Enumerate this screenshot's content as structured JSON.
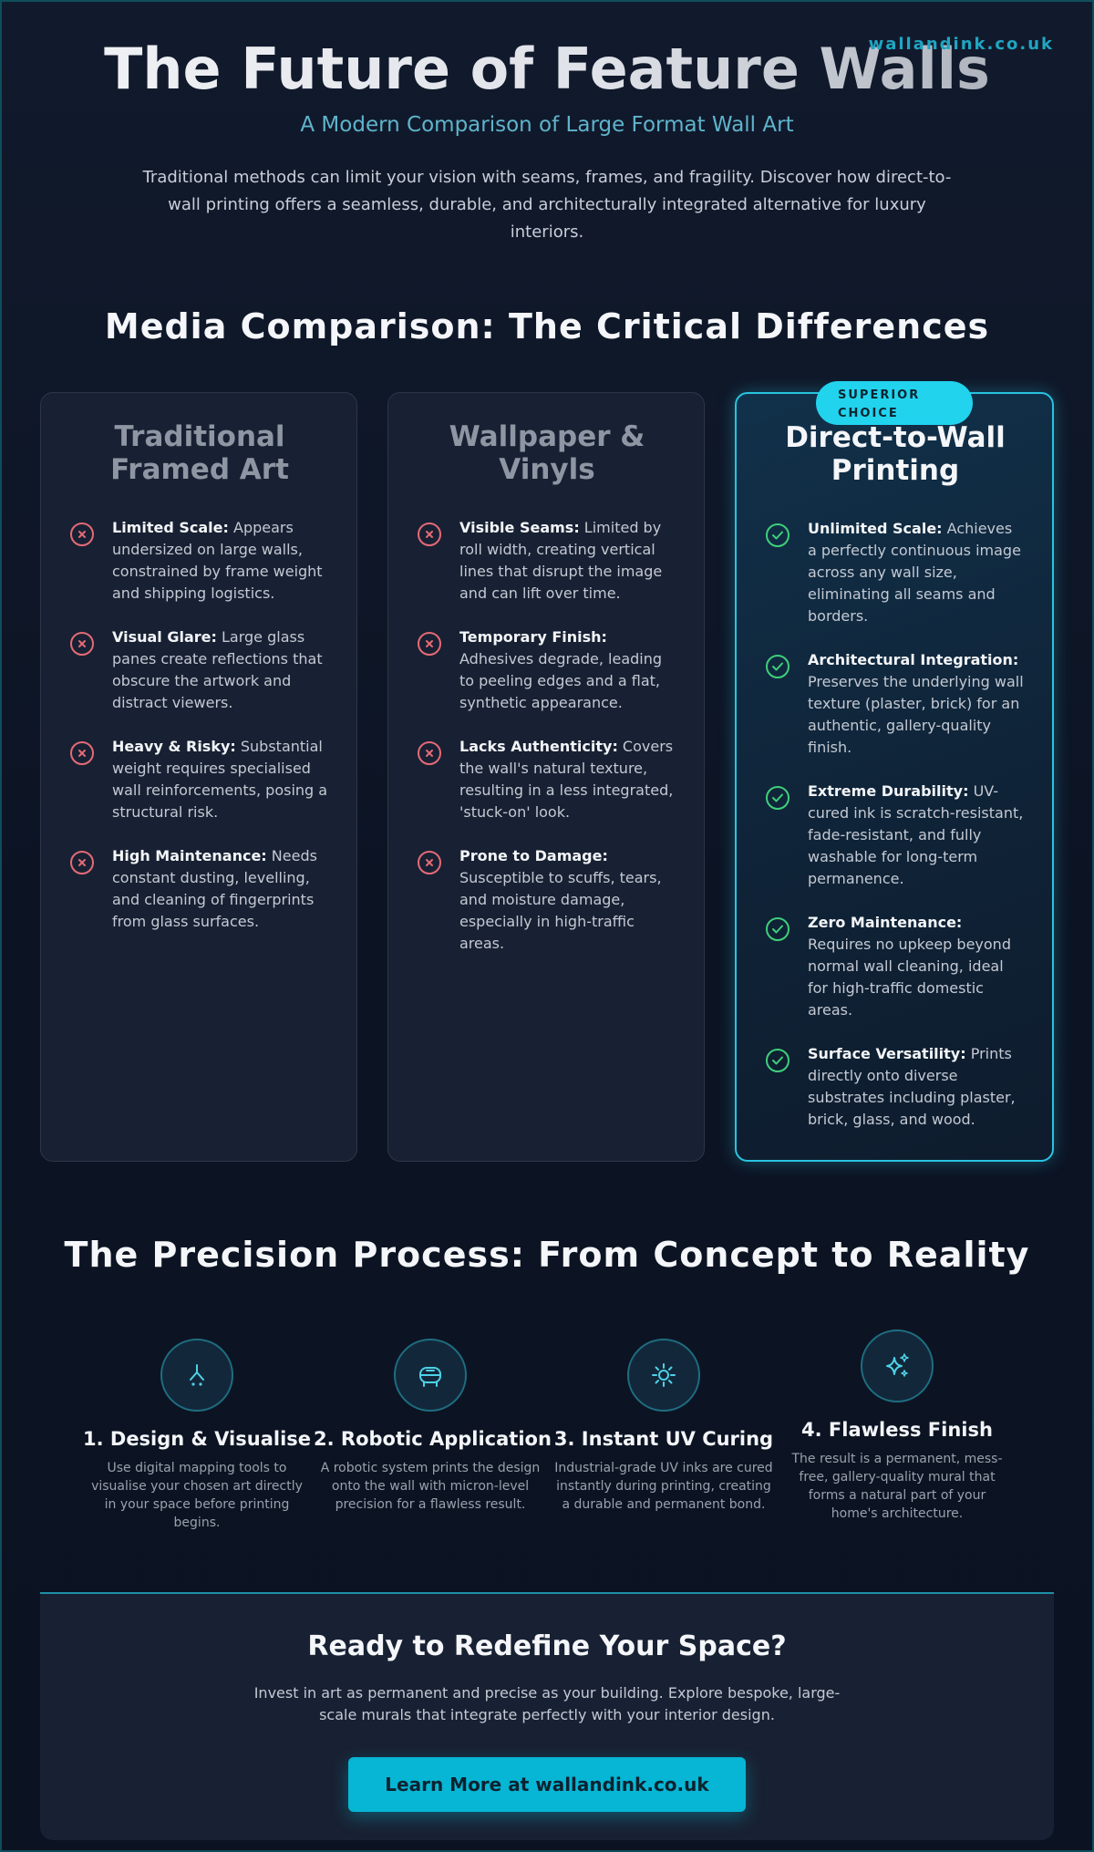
{
  "site_badge": "wallandink.co.uk",
  "hero": {
    "title": "The Future of Feature Walls",
    "subtitle": "A Modern Comparison of Large Format Wall Art",
    "intro": "Traditional methods can limit your vision with seams, frames, and fragility. Discover how direct-to-wall printing offers a seamless, durable, and architecturally integrated alternative for luxury interiors."
  },
  "comparison": {
    "title": "Media Comparison: The Critical Differences",
    "cards": [
      {
        "title": "Traditional Framed Art",
        "items": [
          {
            "lead": "Limited Scale:",
            "text": " Appears undersized on large walls, constrained by frame weight and shipping logistics."
          },
          {
            "lead": "Visual Glare:",
            "text": " Large glass panes create reflections that obscure the artwork and distract viewers."
          },
          {
            "lead": "Heavy & Risky:",
            "text": " Substantial weight requires specialised wall reinforcements, posing a structural risk."
          },
          {
            "lead": "High Maintenance:",
            "text": " Needs constant dusting, levelling, and cleaning of fingerprints from glass surfaces."
          }
        ]
      },
      {
        "title": "Wallpaper & Vinyls",
        "items": [
          {
            "lead": "Visible Seams:",
            "text": " Limited by roll width, creating vertical lines that disrupt the image and can lift over time."
          },
          {
            "lead": "Temporary Finish:",
            "text": " Adhesives degrade, leading to peeling edges and a flat, synthetic appearance."
          },
          {
            "lead": "Lacks Authenticity:",
            "text": " Covers the wall's natural texture, resulting in a less integrated, 'stuck-on' look."
          },
          {
            "lead": "Prone to Damage:",
            "text": " Susceptible to scuffs, tears, and moisture damage, especially in high-traffic areas."
          }
        ]
      },
      {
        "badge": "SUPERIOR CHOICE",
        "title": "Direct-to-Wall Printing",
        "items": [
          {
            "lead": "Unlimited Scale:",
            "text": " Achieves a perfectly continuous image across any wall size, eliminating all seams and borders."
          },
          {
            "lead": "Architectural Integration:",
            "text": " Preserves the underlying wall texture (plaster, brick) for an authentic, gallery-quality finish."
          },
          {
            "lead": "Extreme Durability:",
            "text": " UV-cured ink is scratch-resistant, fade-resistant, and fully washable for long-term permanence."
          },
          {
            "lead": "Zero Maintenance:",
            "text": " Requires no upkeep beyond normal wall cleaning, ideal for high-traffic domestic areas."
          },
          {
            "lead": "Surface Versatility:",
            "text": " Prints directly onto diverse substrates including plaster, brick, glass, and wood."
          }
        ]
      }
    ]
  },
  "process": {
    "title": "The Precision Process: From Concept to Reality",
    "steps": [
      {
        "icon": "design-tool-icon",
        "title": "1. Design & Visualise",
        "desc": "Use digital mapping tools to visualise your chosen art directly in your space before printing begins."
      },
      {
        "icon": "robot-icon",
        "title": "2. Robotic Application",
        "desc": "A robotic system prints the design onto the wall with micron-level precision for a flawless result."
      },
      {
        "icon": "sun-icon",
        "title": "3. Instant UV Curing",
        "desc": "Industrial-grade UV inks are cured instantly during printing, creating a durable and permanent bond."
      },
      {
        "icon": "sparkles-icon",
        "title": "4. Flawless Finish",
        "desc": "The result is a permanent, mess-free, gallery-quality mural that forms a natural part of your home's architecture."
      }
    ]
  },
  "cta": {
    "title": "Ready to Redefine Your Space?",
    "text": "Invest in art as permanent and precise as your building. Explore bespoke, large-scale murals that integrate perfectly with your interior design.",
    "button": "Learn More at wallandink.co.uk"
  },
  "colors": {
    "accent": "#22d3ee",
    "negative": "#e56a77",
    "positive": "#3fcf7a",
    "background": "#0d1526"
  }
}
